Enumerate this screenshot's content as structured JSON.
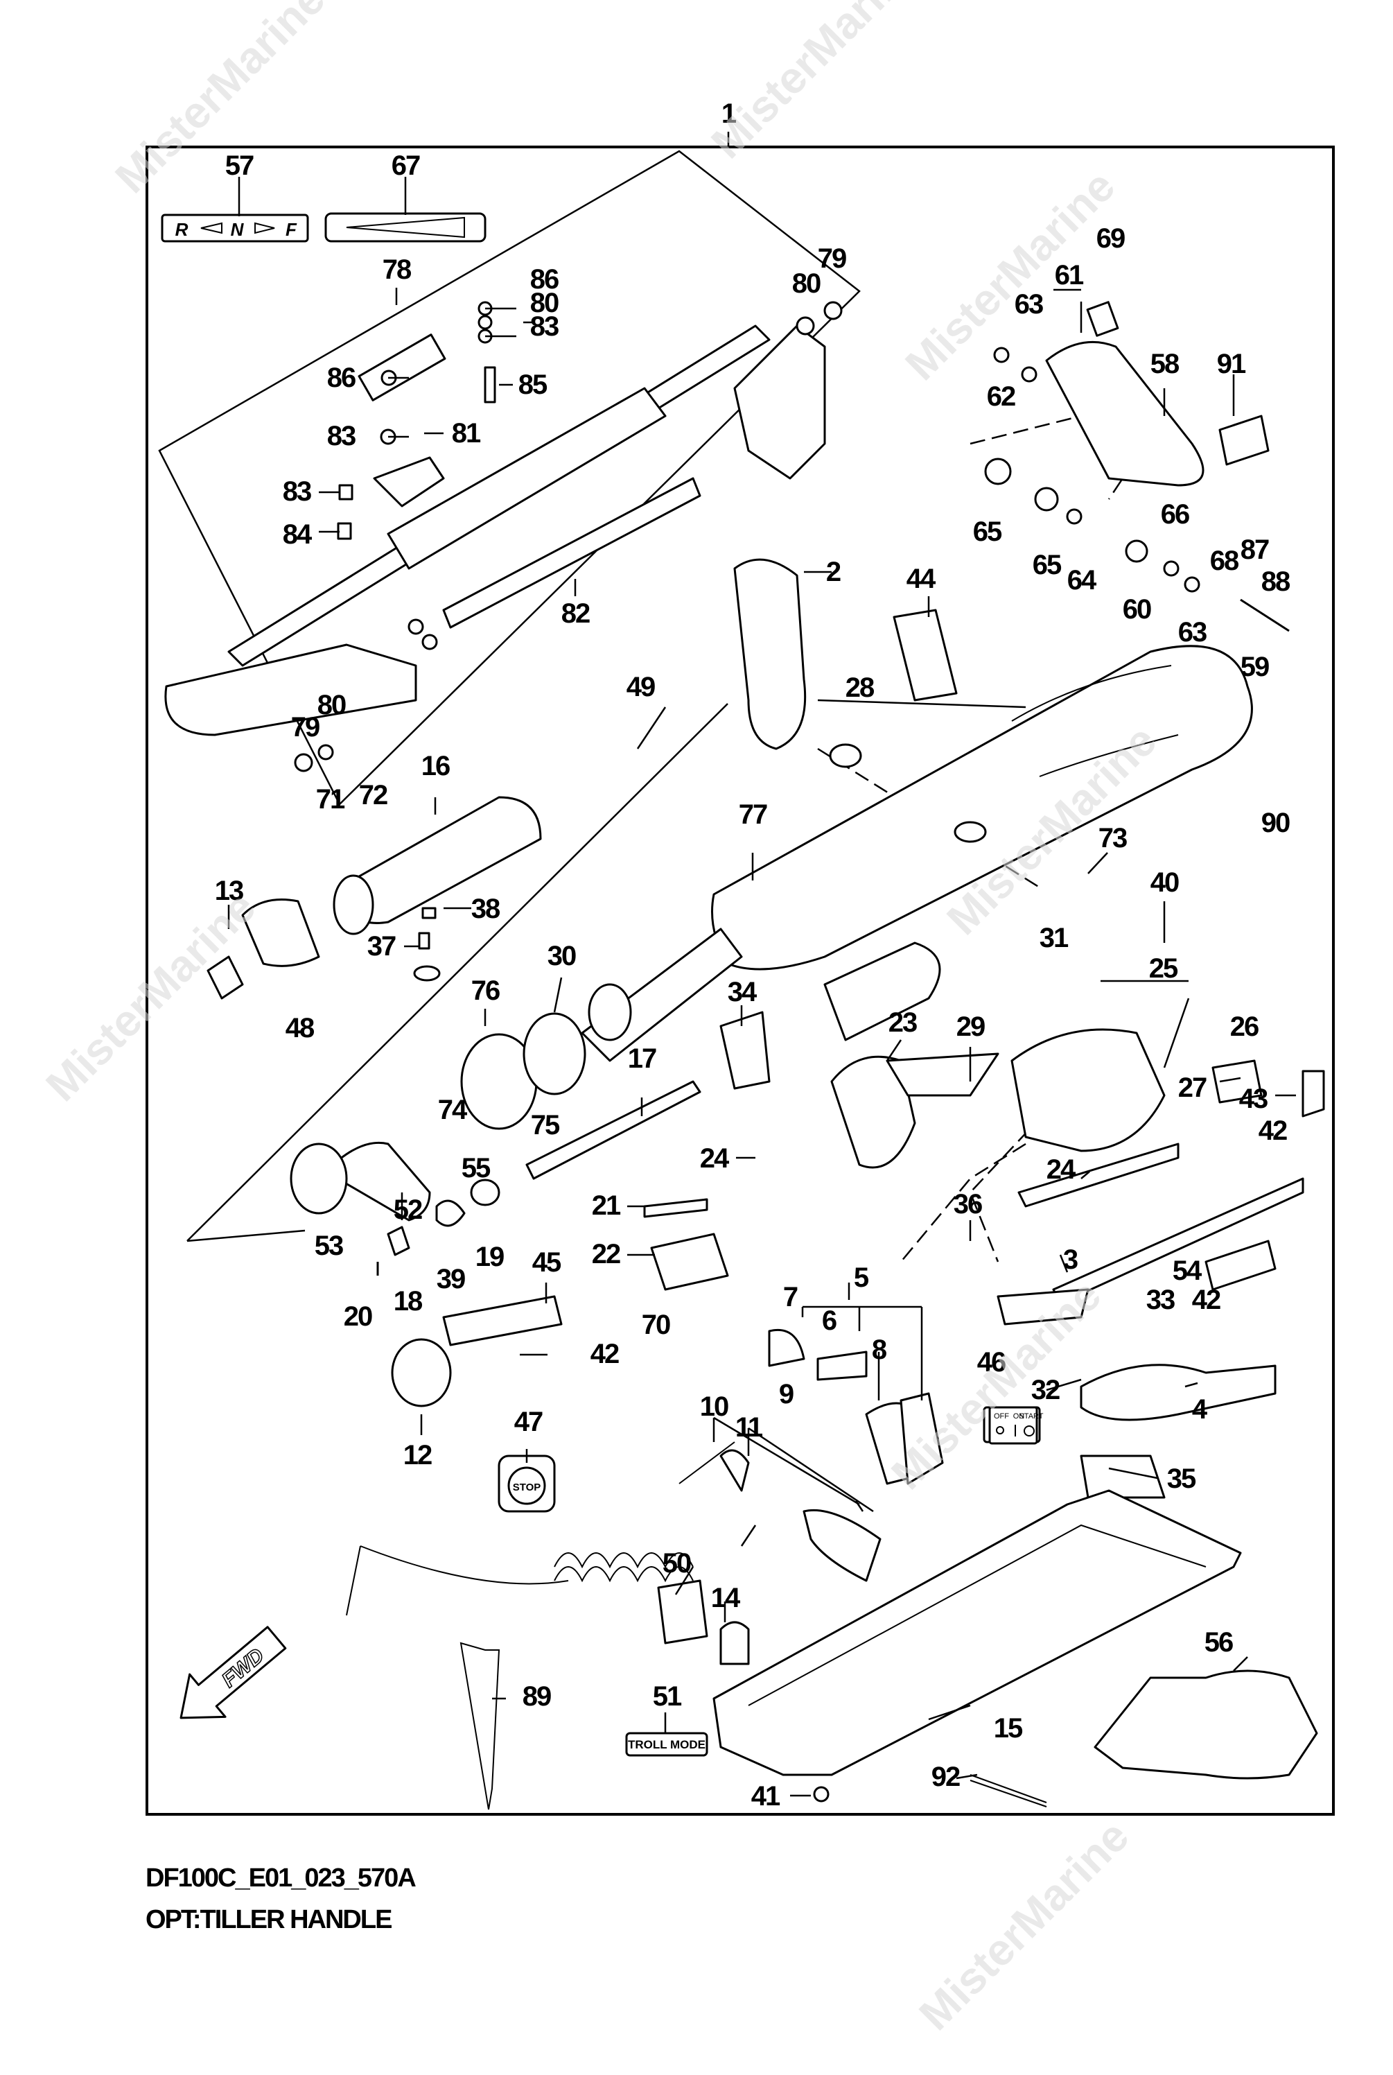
{
  "diagram": {
    "main_callout": "1",
    "watermark": "MisterMarine",
    "caption_code": "DF100C_E01_023_570A",
    "caption_title": "OPT:TILLER HANDLE",
    "labels": {
      "l57": "57",
      "l67": "67",
      "l78": "78",
      "l86a": "86",
      "l80a": "80",
      "l83a": "83",
      "l86b": "86",
      "l85": "85",
      "l83b": "83",
      "l81": "81",
      "l83c": "83",
      "l84": "84",
      "l82": "82",
      "l80b": "80",
      "l79a": "79",
      "l80c": "80",
      "l79b": "79",
      "l69": "69",
      "l61": "61",
      "l63a": "63",
      "l62": "62",
      "l58": "58",
      "l91": "91",
      "l65a": "65",
      "l65b": "65",
      "l64": "64",
      "l66": "66",
      "l68": "68",
      "l87": "87",
      "l88": "88",
      "l60": "60",
      "l63b": "63",
      "l59": "59",
      "l2": "2",
      "l44": "44",
      "l28": "28",
      "l49": "49",
      "l16": "16",
      "l71": "71",
      "l72": "72",
      "l90": "90",
      "l77": "77",
      "l73": "73",
      "l40": "40",
      "l31": "31",
      "l13": "13",
      "l38": "38",
      "l37": "37",
      "l48": "48",
      "l30": "30",
      "l76": "76",
      "l34": "34",
      "l23": "23",
      "l29": "29",
      "l25": "25",
      "l26": "26",
      "l27": "27",
      "l43": "43",
      "l42a": "42",
      "l17": "17",
      "l74": "74",
      "l75": "75",
      "l55": "55",
      "l24a": "24",
      "l24b": "24",
      "l36": "36",
      "l3": "3",
      "l52": "52",
      "l53": "53",
      "l21": "21",
      "l22": "22",
      "l45": "45",
      "l19": "19",
      "l39": "39",
      "l18": "18",
      "l20": "20",
      "l54": "54",
      "l33": "33",
      "l42b": "42",
      "l70": "70",
      "l42c": "42",
      "l7": "7",
      "l6": "6",
      "l5": "5",
      "l8": "8",
      "l46": "46",
      "l32": "32",
      "l4": "4",
      "l12": "12",
      "l47": "47",
      "l10": "10",
      "l11": "11",
      "l9": "9",
      "l35": "35",
      "l50": "50",
      "l14": "14",
      "l56": "56",
      "l51": "51",
      "l89": "89",
      "l15": "15",
      "l92": "92",
      "l41": "41"
    },
    "decals": {
      "shift_r": "R",
      "shift_n": "N",
      "shift_f": "F",
      "switch_off": "OFF",
      "switch_on": "ON",
      "switch_start": "START",
      "stop": "STOP",
      "troll_mode": "TROLL MODE",
      "fwd": "FWD"
    },
    "colors": {
      "ink": "#000000",
      "paper": "#ffffff",
      "watermark": "#d0d0d0"
    }
  }
}
